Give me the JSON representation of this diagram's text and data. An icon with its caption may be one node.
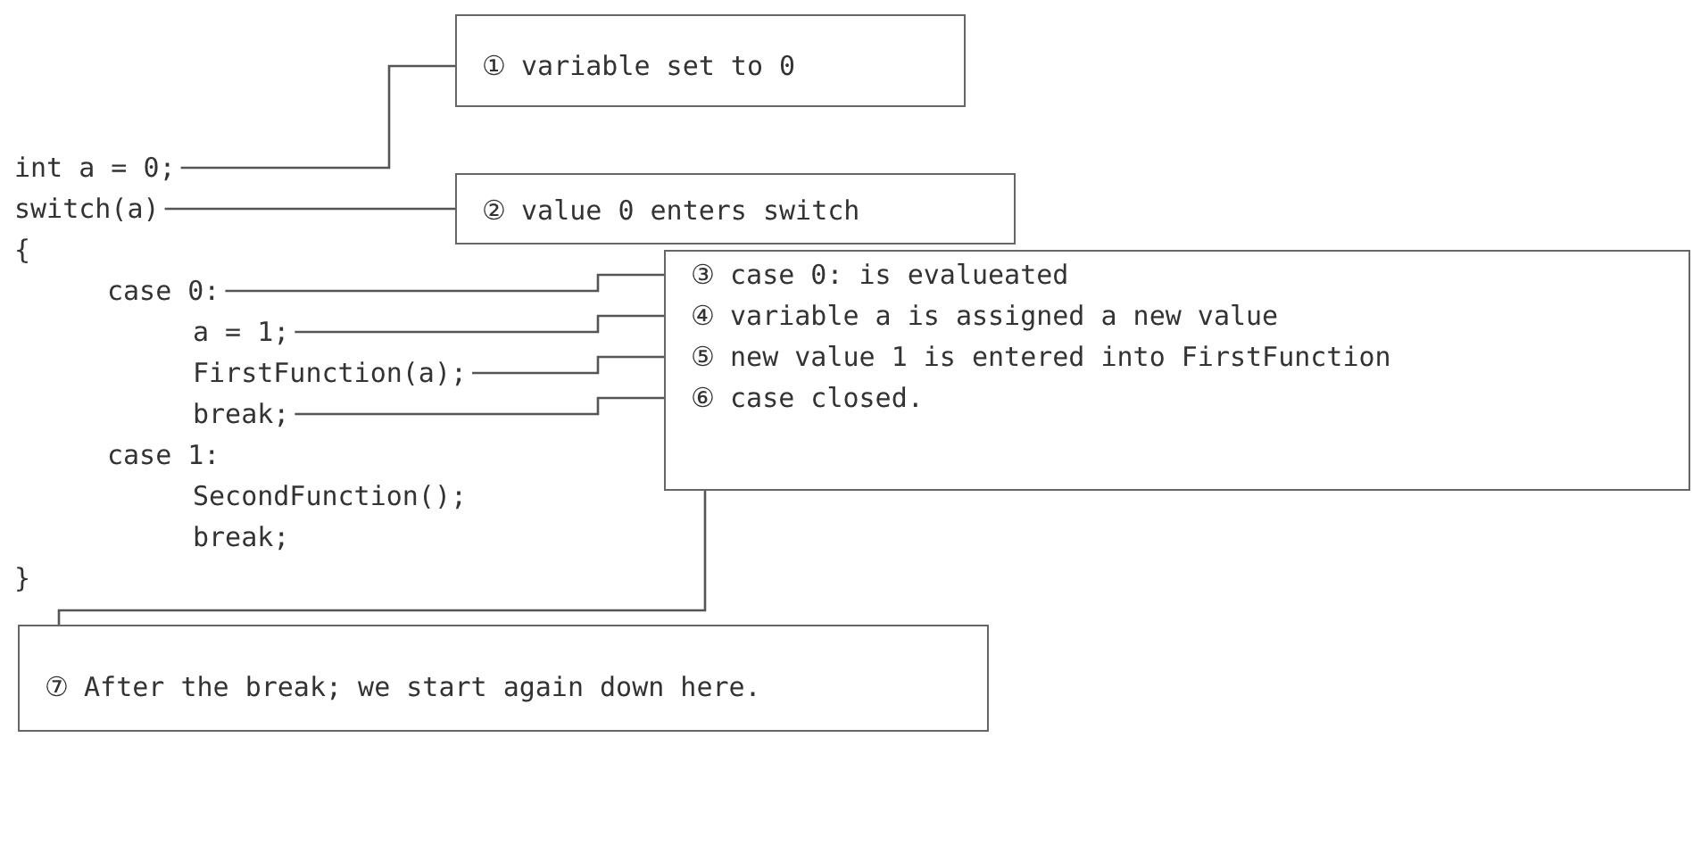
{
  "diagram": {
    "nodes": [
      {
        "text": [
          "int a = 0;"
        ]
      },
      {
        "text": [
          "switch(a)"
        ]
      },
      {
        "text": [
          "case 0:"
        ]
      },
      {
        "text": [
          "a = 1;"
        ]
      },
      {
        "text": [
          "FirstFunction(a);"
        ]
      },
      {
        "text": [
          "break;"
        ]
      },
      {
        "text": [
          "① variable set to 0"
        ]
      },
      {
        "text": [
          "② value 0 enters switch"
        ]
      },
      {
        "text": [
          "③ case 0: is evalueated",
          "④ variable a is assigned a new value",
          "⑤ new value 1 is entered into FirstFunction",
          "⑥ case closed."
        ]
      },
      {
        "text": [
          "⑦ After the break; we start again down here."
        ]
      }
    ],
    "edges": [
      {
        "from": 0,
        "to": 6,
        "arrow": "none"
      },
      {
        "from": 1,
        "to": 7,
        "arrow": "none"
      },
      {
        "from": 2,
        "to": 8,
        "arrow": "none"
      },
      {
        "from": 3,
        "to": 8,
        "arrow": "none"
      },
      {
        "from": 4,
        "to": 8,
        "arrow": "none"
      },
      {
        "from": 5,
        "to": 8,
        "arrow": "none"
      },
      {
        "from": 8,
        "to": 9,
        "arrow": "none"
      }
    ],
    "labels": [
      "{",
      "case 1:",
      "SecondFunction();",
      "break;",
      "}"
    ]
  }
}
